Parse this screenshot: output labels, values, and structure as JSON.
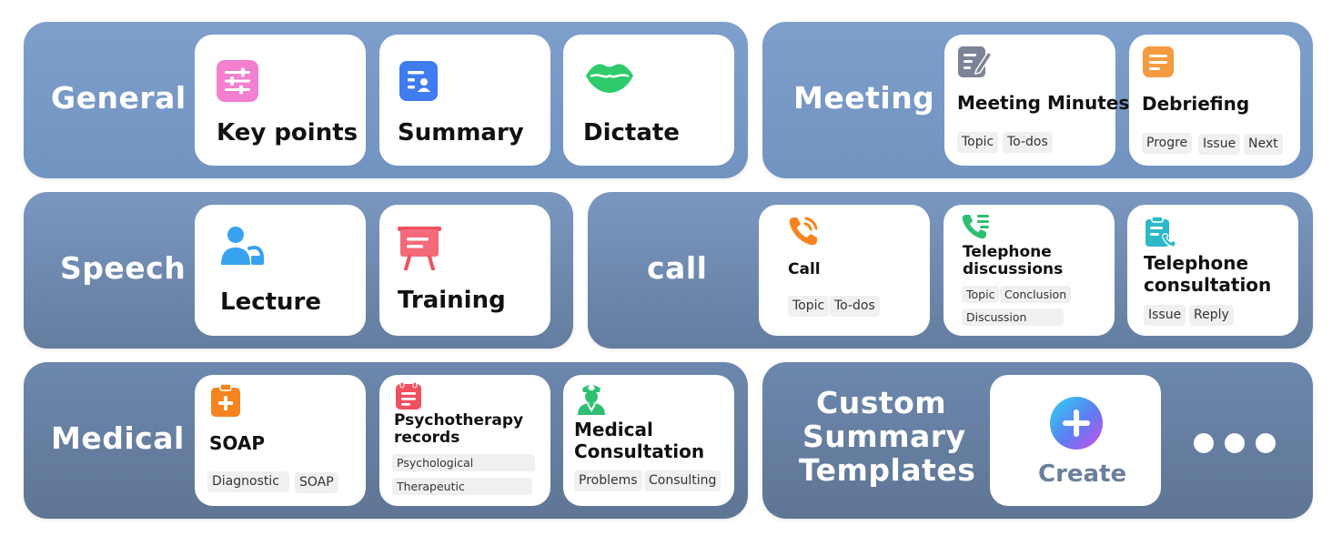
{
  "general": {
    "title": "General",
    "cards": [
      {
        "label": "Key points",
        "icon": "sliders-icon"
      },
      {
        "label": "Summary",
        "icon": "summary-icon"
      },
      {
        "label": "Dictate",
        "icon": "lips-icon"
      }
    ]
  },
  "meeting": {
    "title": "Meeting",
    "cards": [
      {
        "label": "Meeting Minutes",
        "icon": "edit-document-icon",
        "tags": [
          "Topic",
          "To-dos"
        ]
      },
      {
        "label": "Debriefing",
        "icon": "report-icon",
        "tags": [
          "Progre",
          "Issue",
          "Next"
        ]
      }
    ]
  },
  "speech": {
    "title": "Speech",
    "cards": [
      {
        "label": "Lecture",
        "icon": "lecturer-icon"
      },
      {
        "label": "Training",
        "icon": "whiteboard-icon"
      }
    ]
  },
  "call": {
    "title": "call",
    "cards": [
      {
        "label": "Call",
        "icon": "phone-ringing-icon",
        "tags": [
          "Topic",
          "To-dos"
        ]
      },
      {
        "label_lines": [
          "Telephone",
          "discussions"
        ],
        "icon": "phone-list-icon",
        "tags": [
          "Topic",
          "Conclusion",
          "Discussion"
        ]
      },
      {
        "label_lines": [
          "Telephone",
          "consultation"
        ],
        "icon": "clipboard-phone-icon",
        "tags": [
          "Issue",
          "Reply"
        ]
      }
    ]
  },
  "medical": {
    "title": "Medical",
    "cards": [
      {
        "label": "SOAP",
        "icon": "medical-kit-icon",
        "tags": [
          "Diagnostic",
          "SOAP"
        ]
      },
      {
        "label_lines": [
          "Psychotherapy",
          "records"
        ],
        "icon": "medical-record-icon",
        "tags": [
          "Psychological",
          "Therapeutic"
        ]
      },
      {
        "label_lines": [
          "Medical",
          "Consultation"
        ],
        "icon": "doctor-icon",
        "tags": [
          "Problems",
          "Consulting"
        ]
      }
    ]
  },
  "custom": {
    "title_lines": [
      "Custom",
      "Summary",
      "Templates"
    ],
    "create_label": "Create",
    "icon": "plus-circle-icon",
    "more_icon": "more-dots-icon"
  },
  "colors": {
    "panel_top": "#7e9fcb",
    "panel_bottom": "#5f7594",
    "create_text": "#6a7f9c"
  }
}
